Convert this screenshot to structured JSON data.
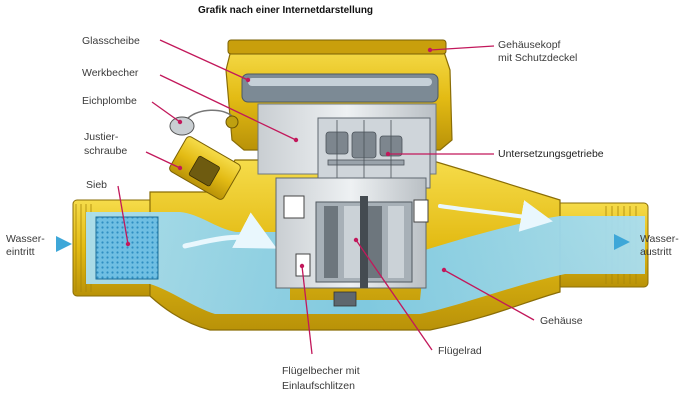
{
  "title": "Grafik nach einer Internetdarstellung",
  "labels": {
    "glasscheibe": "Glasscheibe",
    "werkbecher": "Werkbecher",
    "eichplombe": "Eichplombe",
    "justier_1": "Justier-",
    "justier_2": "schraube",
    "sieb": "Sieb",
    "wasser_ein_1": "Wasser-",
    "wasser_ein_2": "eintritt",
    "gehaeusekopf_1": "Gehäusekopf",
    "gehaeusekopf_2": "mit Schutzdeckel",
    "untersetzung": "Untersetzungsgetriebe",
    "wasser_aus_1": "Wasser-",
    "wasser_aus_2": "austritt",
    "gehaeuse": "Gehäuse",
    "fluegelrad": "Flügelrad",
    "fluegelbecher_1": "Flügelbecher mit",
    "fluegelbecher_2": "Einlaufschlitzen"
  },
  "colors": {
    "brass": "#e8c21a",
    "brass_dark": "#9a7a08",
    "water": "#8fd3ee",
    "water_deep": "#3ea7d8",
    "leader": "#c2185b",
    "mechanism": "#dfe3e6"
  }
}
